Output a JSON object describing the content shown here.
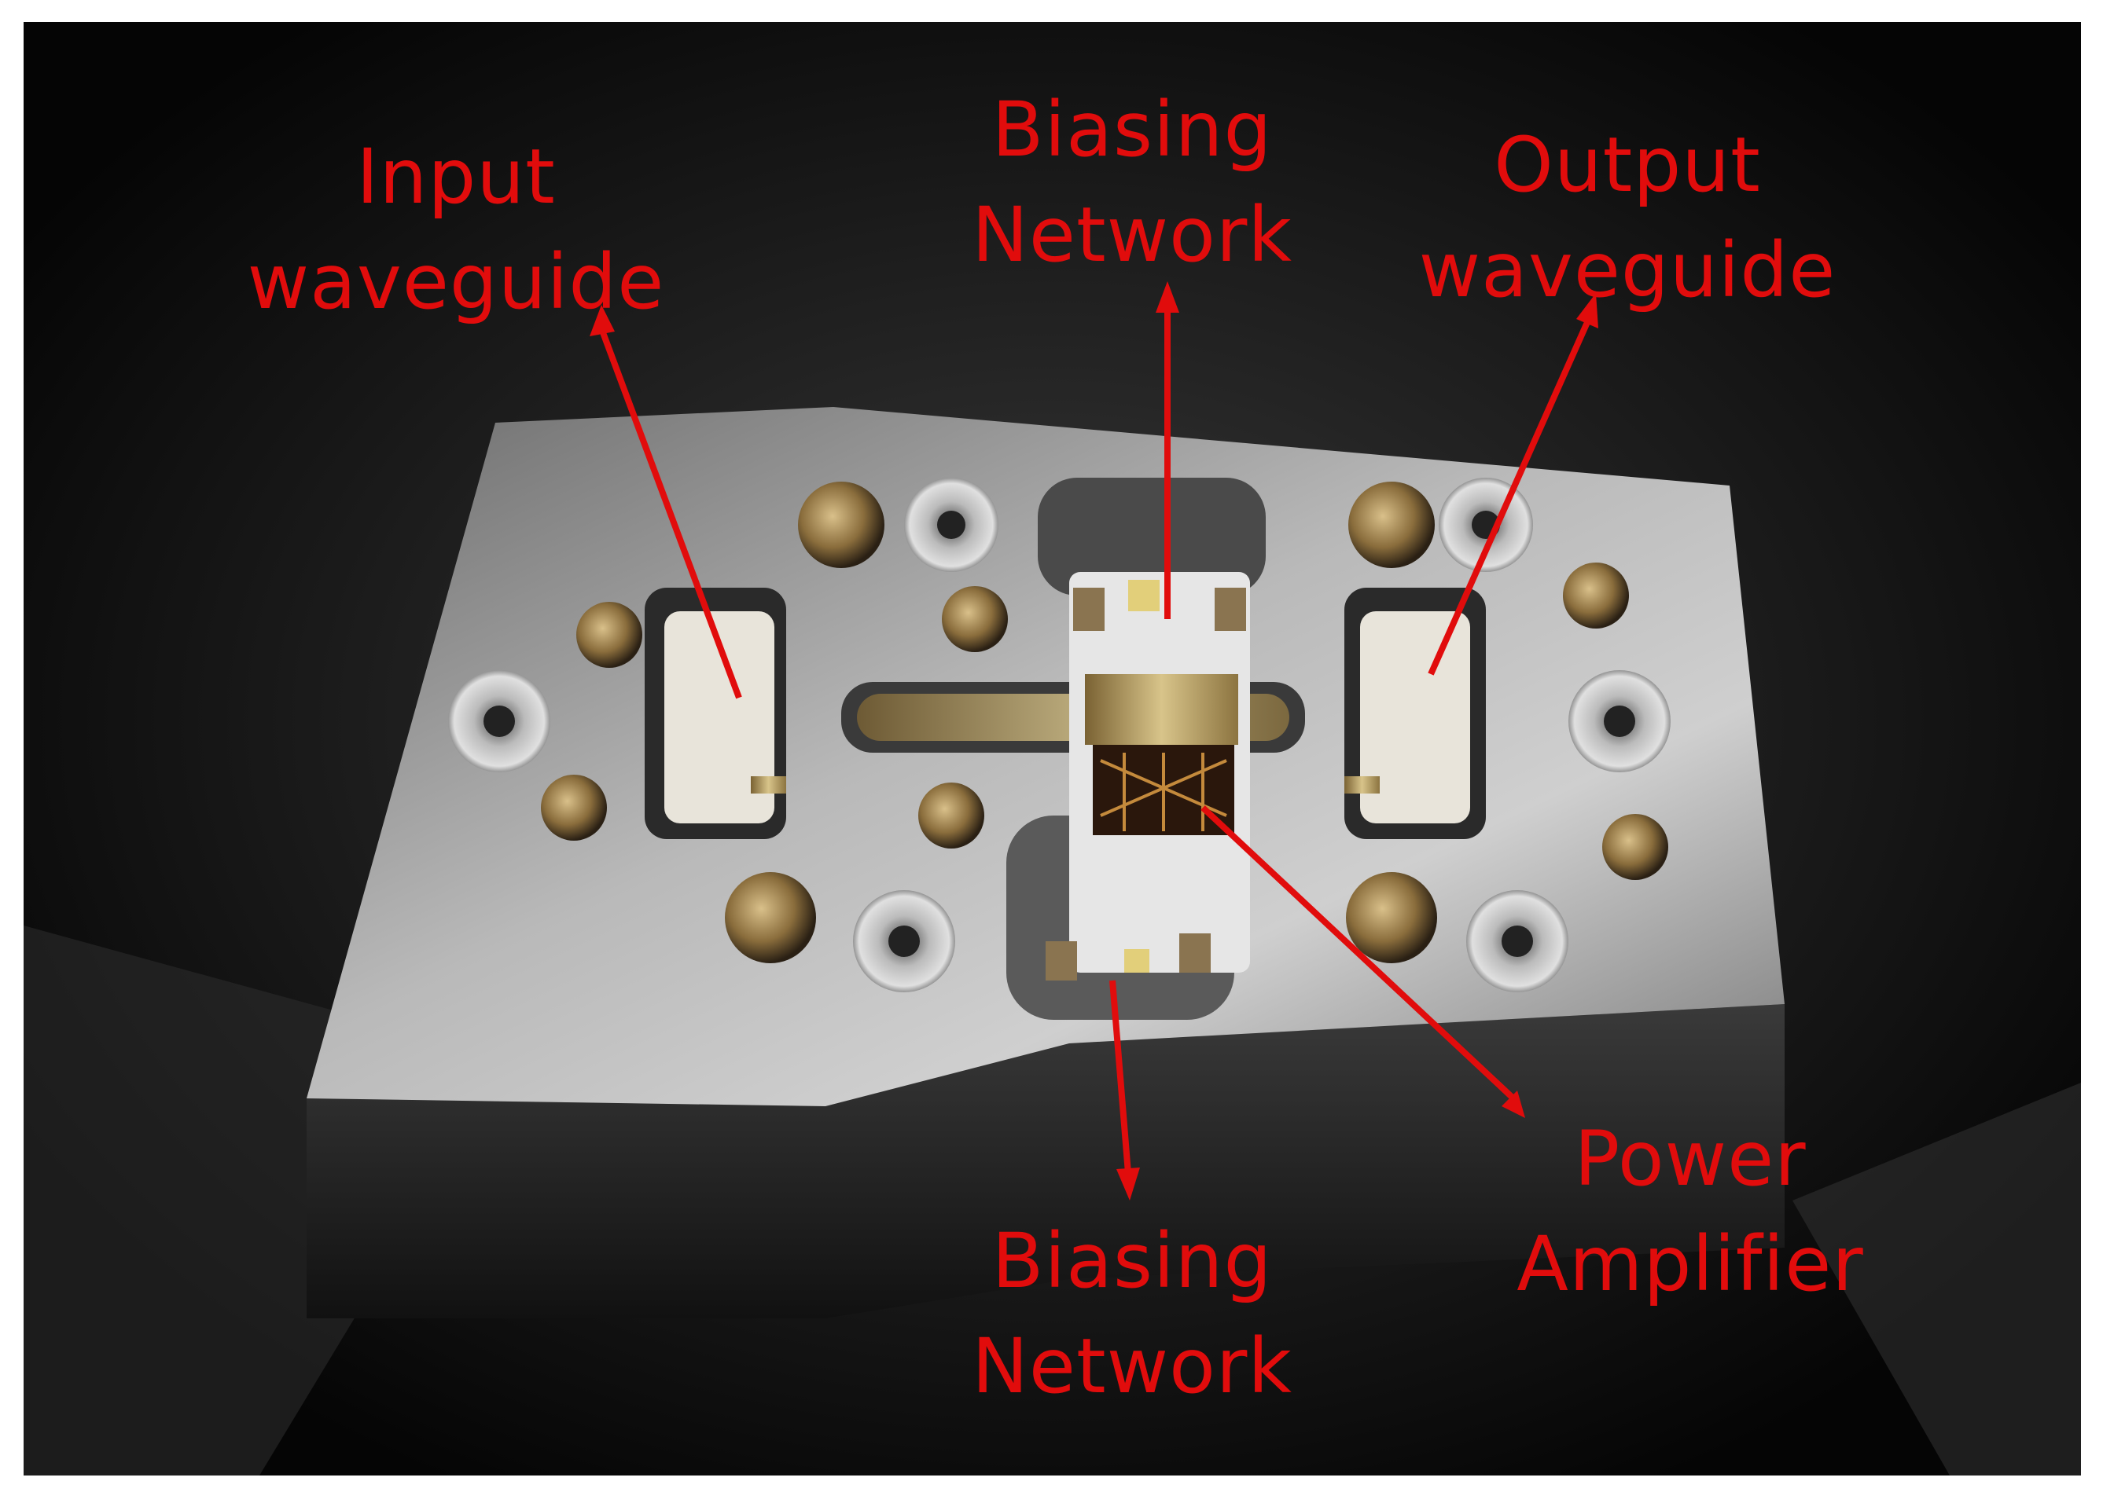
{
  "labels": {
    "input_waveguide": {
      "line1": "Input",
      "line2": "waveguide"
    },
    "biasing_network_top": {
      "line1": "Biasing",
      "line2": "Network"
    },
    "output_waveguide": {
      "line1": "Output",
      "line2": "waveguide"
    },
    "power_amplifier": {
      "line1": "Power",
      "line2": "Amplifier"
    },
    "biasing_network_bottom": {
      "line1": "Biasing",
      "line2": "Network"
    }
  },
  "colors": {
    "annotation": "#e10c0c",
    "background": "#0b0b0b",
    "metal_block": "#8f8f8f"
  }
}
